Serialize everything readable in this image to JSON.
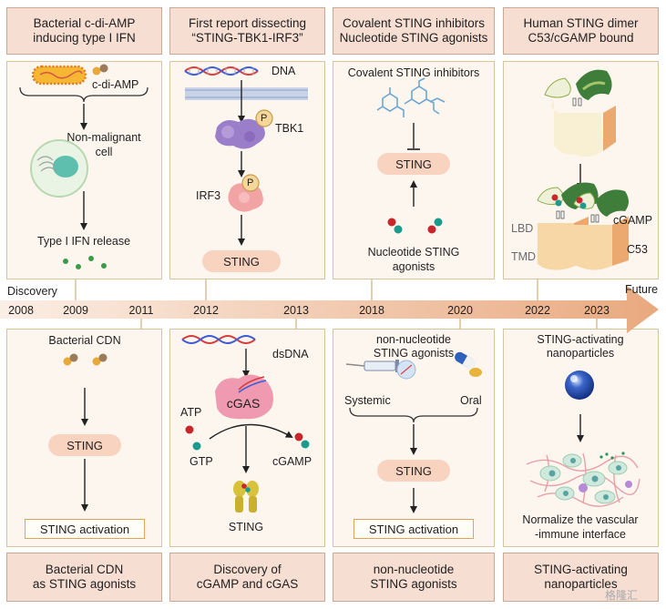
{
  "headers_top": [
    {
      "line1": "Bacterial c-di-AMP",
      "line2": "inducing type I IFN"
    },
    {
      "line1": "First report dissecting",
      "line2": "“STING-TBK1-IRF3”"
    },
    {
      "line1": "Covalent STING inhibitors",
      "line2": "Nucleotide STING agonists"
    },
    {
      "line1": "Human STING dimer",
      "line2": "C53/cGAMP bound"
    }
  ],
  "headers_bottom": [
    {
      "line1": "Bacterial CDN",
      "line2": "as STING agonists"
    },
    {
      "line1": "Discovery of",
      "line2": "cGAMP and cGAS"
    },
    {
      "line1": "non-nucleotide",
      "line2": "STING agonists"
    },
    {
      "line1": "STING-activating",
      "line2": "nanoparticles"
    }
  ],
  "panel1": {
    "cdiamp": "c-di-AMP",
    "cell_l1": "Non-malignant",
    "cell_l2": "cell",
    "ifn": "Type I IFN release"
  },
  "panel2": {
    "dna": "DNA",
    "tbk1": "TBK1",
    "irf3": "IRF3",
    "p": "P",
    "sting": "STING"
  },
  "panel3": {
    "inhib": "Covalent STING inhibitors",
    "sting": "STING",
    "ag_l1": "Nucleotide STING",
    "ag_l2": "agonists"
  },
  "panel4": {
    "lbd": "LBD",
    "tmd": "TMD",
    "cgamp": "cGAMP",
    "c53": "C53"
  },
  "panel5": {
    "cdn": "Bacterial CDN",
    "sting": "STING",
    "activation": "STING activation"
  },
  "panel6": {
    "dsdna": "dsDNA",
    "cgas": "cGAS",
    "atp": "ATP",
    "gtp": "GTP",
    "cgamp": "cGAMP",
    "sting": "STING"
  },
  "panel7": {
    "title_l1": "non-nucleotide",
    "title_l2": "STING agonists",
    "systemic": "Systemic",
    "oral": "Oral",
    "sting": "STING",
    "activation": "STING activation"
  },
  "panel8": {
    "title_l1": "STING-activating",
    "title_l2": "nanoparticles",
    "norm_l1": "Normalize the vascular",
    "norm_l2": "-immune interface"
  },
  "timeline": {
    "discovery": "Discovery",
    "future": "Future",
    "years": [
      "2008",
      "2009",
      "2011",
      "2012",
      "2013",
      "2018",
      "2020",
      "2022",
      "2023"
    ]
  },
  "watermark": "格隆汇"
}
